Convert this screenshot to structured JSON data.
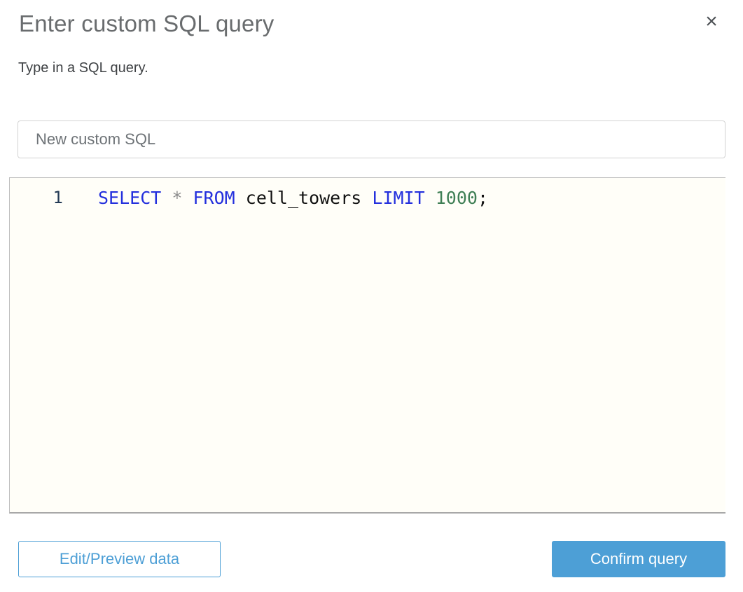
{
  "dialog": {
    "title": "Enter custom SQL query",
    "subtitle": "Type in a SQL query.",
    "close_icon_glyph": "×"
  },
  "query_name_input": {
    "value": "New custom SQL"
  },
  "editor": {
    "line_number": "1",
    "full_text": "SELECT * FROM cell_towers LIMIT 1000;",
    "tokens": [
      {
        "text": "SELECT",
        "type": "keyword"
      },
      {
        "text": " ",
        "type": "plain"
      },
      {
        "text": "*",
        "type": "operator"
      },
      {
        "text": " ",
        "type": "plain"
      },
      {
        "text": "FROM",
        "type": "keyword"
      },
      {
        "text": " cell_towers ",
        "type": "plain"
      },
      {
        "text": "LIMIT",
        "type": "keyword"
      },
      {
        "text": " ",
        "type": "plain"
      },
      {
        "text": "1000",
        "type": "number"
      },
      {
        "text": ";",
        "type": "plain"
      }
    ]
  },
  "footer": {
    "edit_preview_label": "Edit/Preview data",
    "confirm_label": "Confirm query"
  },
  "colors": {
    "accent_blue": "#4d9fd6",
    "title_gray": "#696c6e",
    "editor_background": "#fffef8",
    "sql_keyword": "#2430dd",
    "sql_number": "#3f7f55",
    "sql_operator": "#8a8a8a",
    "sql_plain": "#111111",
    "gutter_text": "#233a55"
  }
}
